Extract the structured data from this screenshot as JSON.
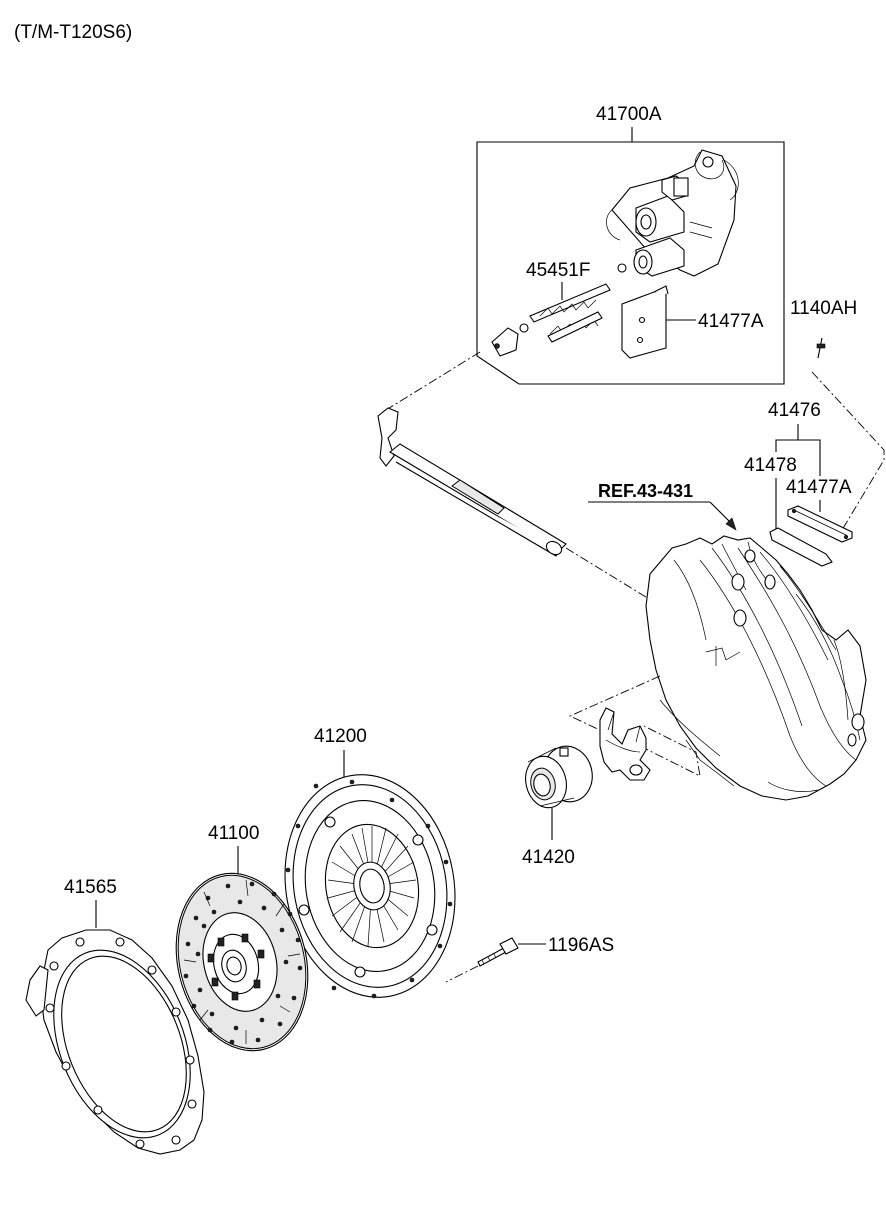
{
  "header": {
    "title": "(T/M-T120S6)"
  },
  "reference": {
    "label": "REF.43-431"
  },
  "parts": [
    {
      "id": "41700A",
      "label": "41700A"
    },
    {
      "id": "45451F",
      "label": "45451F"
    },
    {
      "id": "41477A-box",
      "label": "41477A"
    },
    {
      "id": "1140AH",
      "label": "1140AH"
    },
    {
      "id": "41476",
      "label": "41476"
    },
    {
      "id": "41478",
      "label": "41478"
    },
    {
      "id": "41477A",
      "label": "41477A"
    },
    {
      "id": "41200",
      "label": "41200"
    },
    {
      "id": "41100",
      "label": "41100"
    },
    {
      "id": "41565",
      "label": "41565"
    },
    {
      "id": "41420",
      "label": "41420"
    },
    {
      "id": "1196AS",
      "label": "1196AS"
    }
  ]
}
